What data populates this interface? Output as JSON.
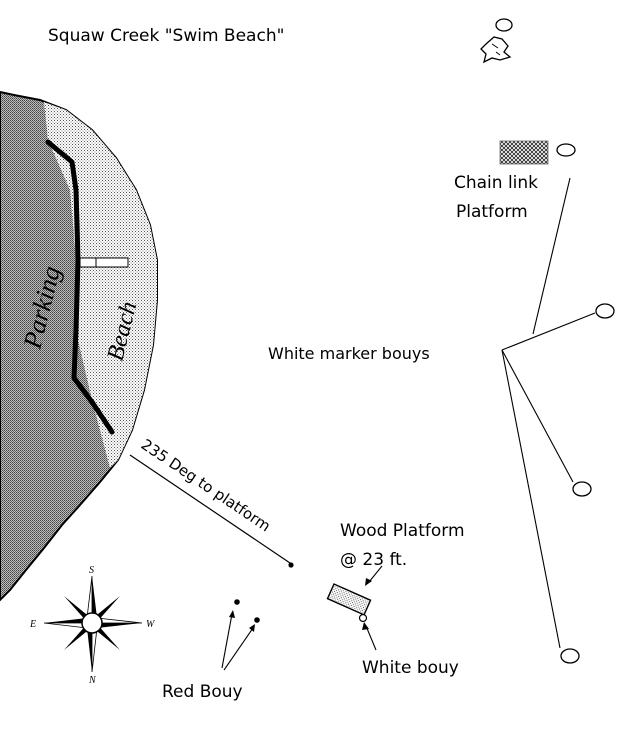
{
  "map": {
    "title": "Squaw Creek \"Swim Beach\"",
    "land_labels": {
      "parking": "Parking",
      "beach": "Beach"
    },
    "bearing_label": "235 Deg to platform",
    "features": {
      "chain_link_line1": "Chain link",
      "chain_link_line2": "Platform",
      "white_marker_bouys": "White marker bouys",
      "wood_platform_line1": "Wood Platform",
      "wood_platform_line2": "@ 23 ft.",
      "white_bouy": "White bouy",
      "red_bouy": "Red Bouy"
    },
    "compass": {
      "north": "N",
      "south": "S",
      "east": "E",
      "west": "W"
    }
  }
}
